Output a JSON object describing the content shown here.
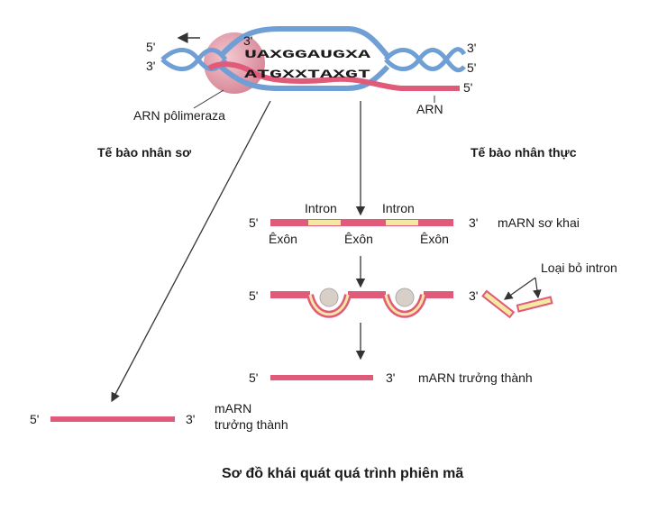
{
  "colors": {
    "mrna": "#e05a7a",
    "dna_strand": "#6f9fd4",
    "polymerase": "#e8a8b4",
    "intron": "#f5e8a0",
    "arrow": "#333333"
  },
  "top": {
    "left_5prime": "5'",
    "left_3prime": "3'",
    "right_3prime": "3'",
    "right_5prime": "5'",
    "rna_5prime": "5'",
    "bubble_3prime": "3'",
    "upper_sequence": "UAXGGAUGXA",
    "lower_sequence": "ATGXXTAXGT",
    "polymerase_label": "ARN pôlimeraza",
    "rna_label": "ARN"
  },
  "left_branch": {
    "heading": "Tế bào nhân sơ",
    "five_prime": "5'",
    "three_prime": "3'",
    "product_line1": "mARN",
    "product_line2": "trưởng thành"
  },
  "right_branch": {
    "heading": "Tế bào nhân thực",
    "pre_mrna": {
      "five_prime": "5'",
      "three_prime": "3'",
      "label": "mARN sơ khai",
      "intron_labels": [
        "Intron",
        "Intron"
      ],
      "exon_labels": [
        "Êxôn",
        "Êxôn",
        "Êxôn"
      ]
    },
    "splicing": {
      "five_prime": "5'",
      "three_prime": "3'",
      "removed_label": "Loại bỏ intron"
    },
    "mature": {
      "five_prime": "5'",
      "three_prime": "3'",
      "label": "mARN trưởng thành"
    }
  },
  "caption": "Sơ đồ khái quát quá trình phiên mã"
}
